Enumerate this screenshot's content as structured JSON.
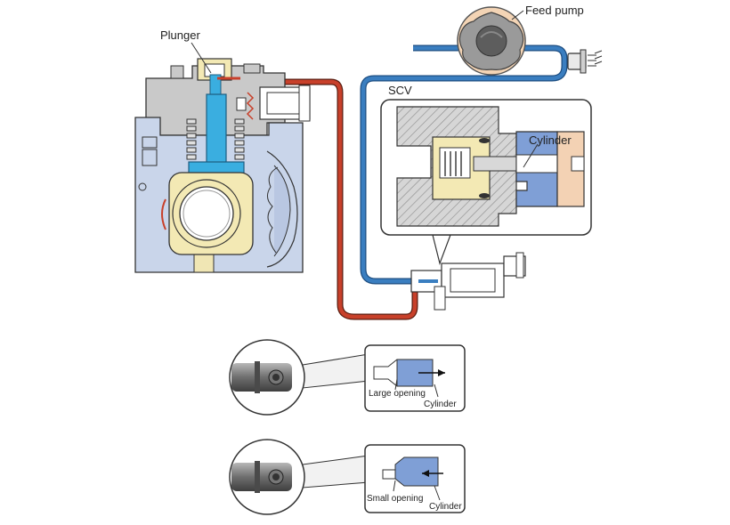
{
  "labels": {
    "plunger": "Plunger",
    "feed_pump": "Feed pump",
    "scv": "SCV",
    "cylinder": "Cylinder",
    "large_opening": "Large opening",
    "cylinder_top": "Cylinder",
    "small_opening": "Small opening",
    "cylinder_bottom": "Cylinder"
  },
  "colors": {
    "fuel_blue": "#3a7ec0",
    "high_pressure_red": "#c8402a",
    "plunger_cyan": "#3aaee0",
    "cam_yellow": "#f3e9b4",
    "housing_gray": "#c9c9c9",
    "housing_blue": "#c9d5ea",
    "cylinder_blue": "#7f9fd6",
    "scv_orange": "#f3d2b4"
  }
}
